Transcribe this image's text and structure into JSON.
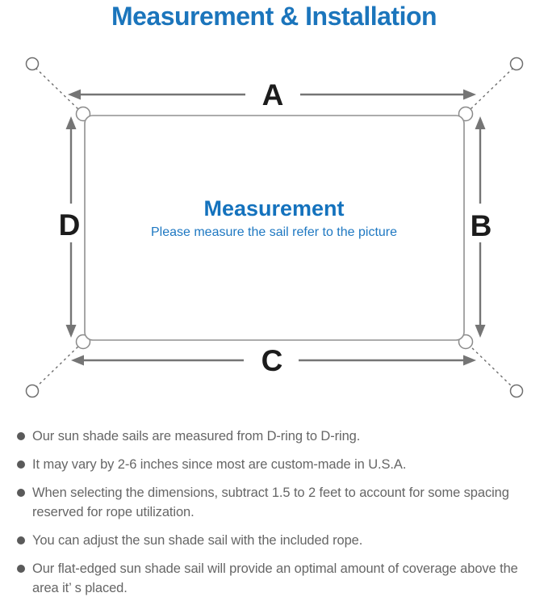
{
  "title": "Measurement & Installation",
  "diagram": {
    "labels": {
      "top": "A",
      "right": "B",
      "bottom": "C",
      "left": "D"
    },
    "center_title": "Measurement",
    "center_subtitle": "Please measure the sail refer to the picture"
  },
  "notes": [
    "Our sun shade sails are measured from D-ring to D-ring.",
    "It may vary by 2-6 inches since most are custom-made in U.S.A.",
    "When selecting the dimensions, subtract 1.5 to 2 feet to account for some spacing reserved for rope utilization.",
    "You can adjust the sun shade sail with the included rope.",
    "Our flat-edged sun shade sail will provide an optimal amount of coverage above the area it’ s placed."
  ],
  "colors": {
    "accent_blue": "#1b75bc",
    "center_blue": "#1472bd",
    "line_gray": "#757575",
    "outline_gray": "#909090",
    "note_gray": "#666666",
    "label_black": "#1c1c1c"
  }
}
